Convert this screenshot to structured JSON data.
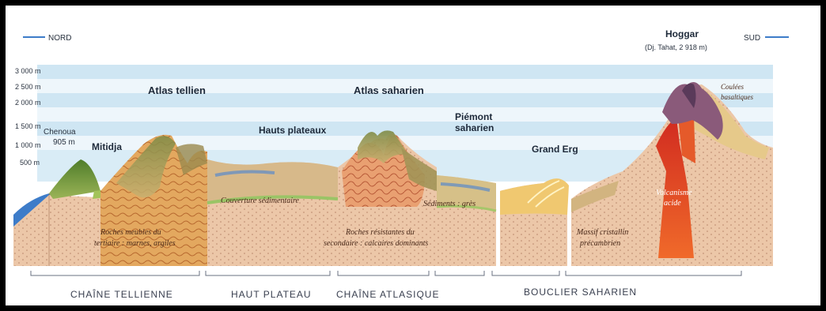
{
  "direction": {
    "north": "NORD",
    "south": "SUD"
  },
  "altitude_scale": [
    "3 000 m",
    "2 500 m",
    "2 000 m",
    "1 500 m",
    "1 000 m",
    "500 m"
  ],
  "peaks": {
    "chenoua": {
      "name": "Chenoua",
      "height": "905 m"
    },
    "hoggar": {
      "name": "Hoggar",
      "detail": "(Dj. Tahat, 2 918 m)"
    }
  },
  "relief_labels": {
    "atlas_tellien": "Atlas tellien",
    "mitidja": "Mitidja",
    "hauts_plateaux": "Hauts plateaux",
    "atlas_saharien": "Atlas saharien",
    "piemont_line1": "Piémont",
    "piemont_line2": "saharien",
    "grand_erg": "Grand Erg"
  },
  "geology_labels": {
    "roches_meubles_1": "Roches meubles du",
    "roches_meubles_2": "tertiaire : marnes, argiles",
    "couverture": "Couverture sédimentaire",
    "roches_resistantes_1": "Roches résistantes du",
    "roches_resistantes_2": "secondaire : calcaires dominants",
    "sediments": "Sédiments : grès",
    "massif_1": "Massif cristallin",
    "massif_2": "précambrien",
    "volcanisme_1": "Volcanisme",
    "volcanisme_2": "acide",
    "coulees_1": "Coulées",
    "coulees_2": "basaltiques"
  },
  "regions": [
    "CHAÎNE TELLIENNE",
    "HAUT PLATEAU",
    "CHAÎNE ATLASIQUE",
    "BOUCLIER SAHARIEN"
  ],
  "colors": {
    "sky_band": "#cfe6f3",
    "sky_band_alt": "#e8f3fa",
    "soil": "#e8c2a2",
    "hills_green": "#6d8a3a",
    "tertiary": "#e0a45a",
    "lava": "#e13a2a",
    "basalt": "#8a5a7a",
    "sea": "#3d7cc9"
  }
}
